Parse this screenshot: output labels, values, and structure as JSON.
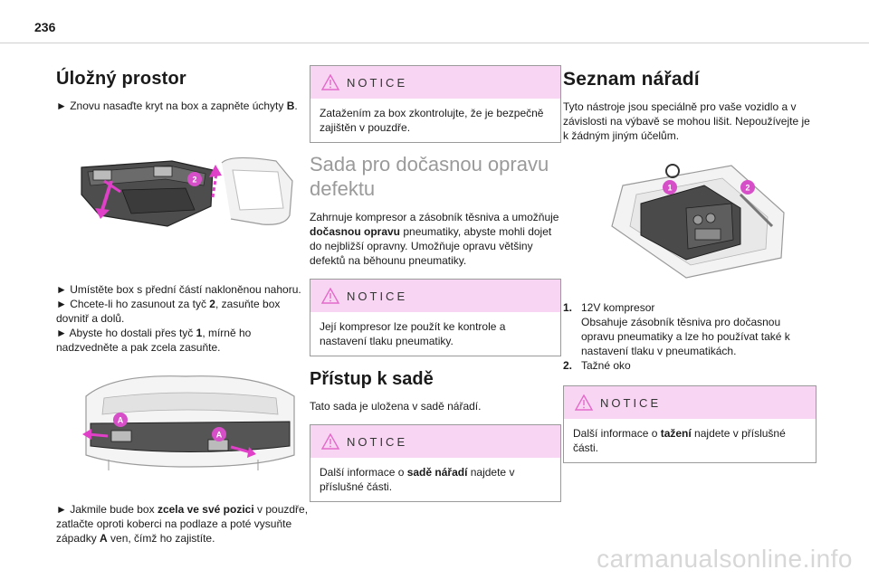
{
  "page": {
    "number": "236",
    "watermark": "carmanualsonline.info"
  },
  "col1": {
    "title": "Úložný prostor",
    "para1_prefix": "► Znovu nasaďte kryt na box a zapněte úchyty ",
    "para1_bold": "B",
    "para1_suffix": ".",
    "illus1_labels": [
      "2"
    ],
    "para2_line1": "► Umístěte box s přední částí nakloněnou nahoru.",
    "para2_line2_prefix": "► Chcete-li ho zasunout za tyč ",
    "para2_line2_bold": "2",
    "para2_line2_suffix": ", zasuňte box dovnitř a dolů.",
    "para2_line3_prefix": "► Abyste ho dostali přes tyč ",
    "para2_line3_bold": "1",
    "para2_line3_suffix": ", mírně ho nadzvedněte a pak zcela zasuňte.",
    "illus2_labels": [
      "A",
      "A"
    ],
    "para3_prefix": "► Jakmile bude box ",
    "para3_bold": "zcela ve své pozici",
    "para3_mid": " v pouzdře, zatlačte oproti koberci na podlaze a poté vysuňte západky ",
    "para3_bold2": "A",
    "para3_suffix": " ven, čímž ho zajistíte."
  },
  "col2": {
    "notice1_title": "NOTICE",
    "notice1_text": "Zatažením za box zkontrolujte, že je bezpečně zajištěn v pouzdře.",
    "section_title": "Sada pro dočasnou opravu defektu",
    "para1_prefix": "Zahrnuje kompresor a zásobník těsniva a umožňuje ",
    "para1_bold": "dočasnou opravu",
    "para1_suffix": " pneumatiky, abyste mohli dojet do nejbližší opravny. Umožňuje opravu většiny defektů na běhounu pneumatiky.",
    "notice2_title": "NOTICE",
    "notice2_text": "Její kompresor lze použít ke kontrole a nastavení tlaku pneumatiky.",
    "sub_title": "Přístup k sadě",
    "para2": "Tato sada je uložena v sadě nářadí.",
    "notice3_title": "NOTICE",
    "notice3_prefix": "Další informace o ",
    "notice3_bold": "sadě nářadí",
    "notice3_suffix": " najdete v příslušné části."
  },
  "col3": {
    "title": "Seznam nářadí",
    "intro": "Tyto nástroje jsou speciálně pro vaše vozidlo a v závislosti na výbavě se mohou lišit. Nepoužívejte je k žádným jiným účelům.",
    "illus_labels": [
      "1",
      "2"
    ],
    "items": [
      {
        "num": "1.",
        "title": "12V kompresor",
        "desc": "Obsahuje zásobník těsniva pro dočasnou opravu pneumatiky a lze ho používat také k nastavení tlaku v pneumatikách."
      },
      {
        "num": "2.",
        "title": "Tažné oko",
        "desc": ""
      }
    ],
    "notice_title": "NOTICE",
    "notice_prefix": "Další informace o ",
    "notice_bold": "tažení",
    "notice_suffix": " najdete v příslušné části."
  },
  "colors": {
    "notice_header": "#f8d6f3",
    "callout": "#d64fc8",
    "warning_triangle": "#e36ac9"
  }
}
